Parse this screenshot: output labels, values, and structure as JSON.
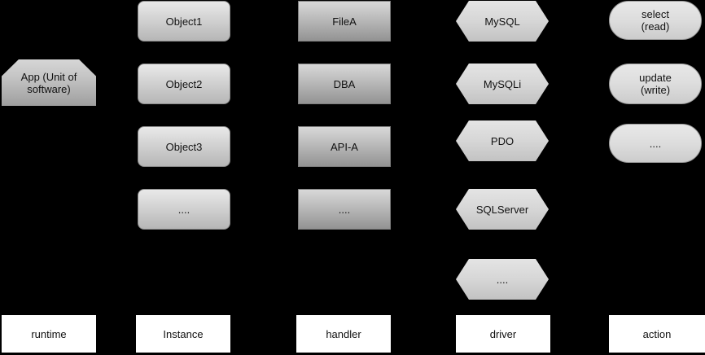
{
  "diagram": {
    "background_color": "#000000",
    "columns": [
      {
        "key": "runtime",
        "legend_label": "runtime",
        "shape": "chamfer",
        "nodes": [
          {
            "label": "App (Unit of\nsoftware)"
          }
        ]
      },
      {
        "key": "instance",
        "legend_label": "Instance",
        "shape": "roundrect",
        "nodes": [
          {
            "label": "Object1"
          },
          {
            "label": "Object2"
          },
          {
            "label": "Object3"
          },
          {
            "label": "...."
          }
        ]
      },
      {
        "key": "handler",
        "legend_label": "handler",
        "shape": "rect",
        "nodes": [
          {
            "label": "FileA"
          },
          {
            "label": "DBA"
          },
          {
            "label": "API-A"
          },
          {
            "label": "...."
          }
        ]
      },
      {
        "key": "driver",
        "legend_label": "driver",
        "shape": "hexagon",
        "nodes": [
          {
            "label": "MySQL"
          },
          {
            "label": "MySQLi"
          },
          {
            "label": "PDO"
          },
          {
            "label": "SQLServer"
          },
          {
            "label": "...."
          }
        ]
      },
      {
        "key": "action",
        "legend_label": "action",
        "shape": "pill",
        "nodes": [
          {
            "label": "select\n(read)"
          },
          {
            "label": "update\n(write)"
          },
          {
            "label": "...."
          }
        ]
      }
    ],
    "colors": {
      "background": "#000000",
      "legend_fill": "#ffffff",
      "legend_text": "#111111",
      "node_text": "#111111",
      "node_light": "#e9e9e9",
      "node_mid": "#c3c3c3",
      "node_dark": "#939393"
    }
  }
}
